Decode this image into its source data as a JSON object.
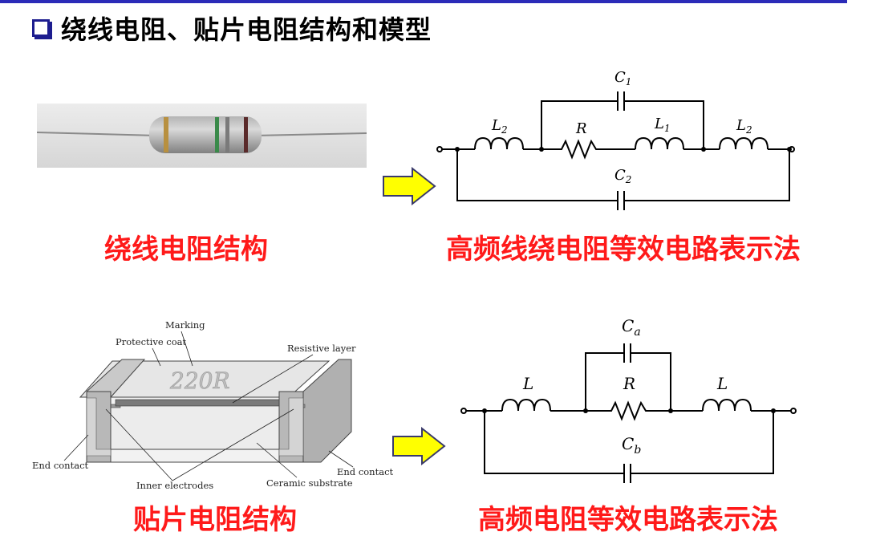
{
  "title": "绕线电阻、贴片电阻结构和模型",
  "wire_wound": {
    "caption": "绕线电阻结构",
    "circuit_caption": "高频线绕电阻等效电路表示法",
    "labels": {
      "c1": "C",
      "c1_sub": "1",
      "l2_left": "L",
      "l2_left_sub": "2",
      "r": "R",
      "l1": "L",
      "l1_sub": "1",
      "l2_right": "L",
      "l2_right_sub": "2",
      "c2": "C",
      "c2_sub": "2"
    }
  },
  "chip": {
    "caption": "贴片电阻结构",
    "circuit_caption": "高频电阻等效电路表示法",
    "diagram_labels": {
      "marking": "Marking",
      "protective_coat": "Protective coat",
      "resistive_layer": "Resistive layer",
      "end_contact_left": "End contact",
      "end_contact_right": "End contact",
      "inner_electrodes": "Inner electrodes",
      "ceramic_substrate": "Ceramic substrate",
      "chip_marking_text": "220R"
    },
    "labels": {
      "ca": "C",
      "ca_sub": "a",
      "l_left": "L",
      "r": "R",
      "l_right": "L",
      "cb": "C",
      "cb_sub": "b"
    }
  },
  "colors": {
    "title_bar": "#2b2bb8",
    "caption": "#ff1a1a",
    "arrow_fill": "#ffff00"
  }
}
